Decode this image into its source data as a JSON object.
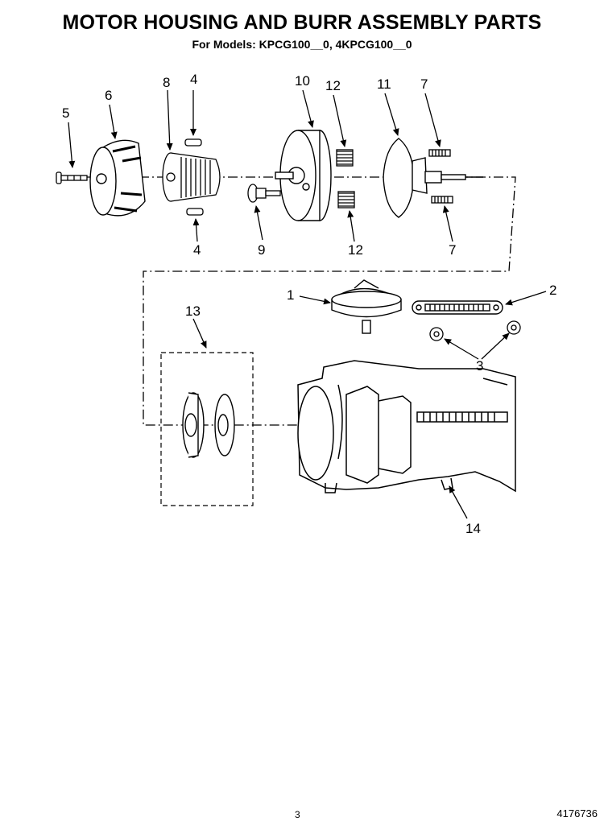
{
  "title": "MOTOR HOUSING AND BURR ASSEMBLY PARTS",
  "subtitle": "For Models: KPCG100__0, 4KPCG100__0",
  "callouts": {
    "c1": "1",
    "c2": "2",
    "c3": "3",
    "c4a": "4",
    "c4b": "4",
    "c5": "5",
    "c6": "6",
    "c7a": "7",
    "c7b": "7",
    "c8": "8",
    "c9": "9",
    "c10": "10",
    "c11": "11",
    "c12a": "12",
    "c12b": "12",
    "c13": "13",
    "c14": "14"
  },
  "footer": {
    "page_number": "3",
    "document_number": "4176736"
  }
}
